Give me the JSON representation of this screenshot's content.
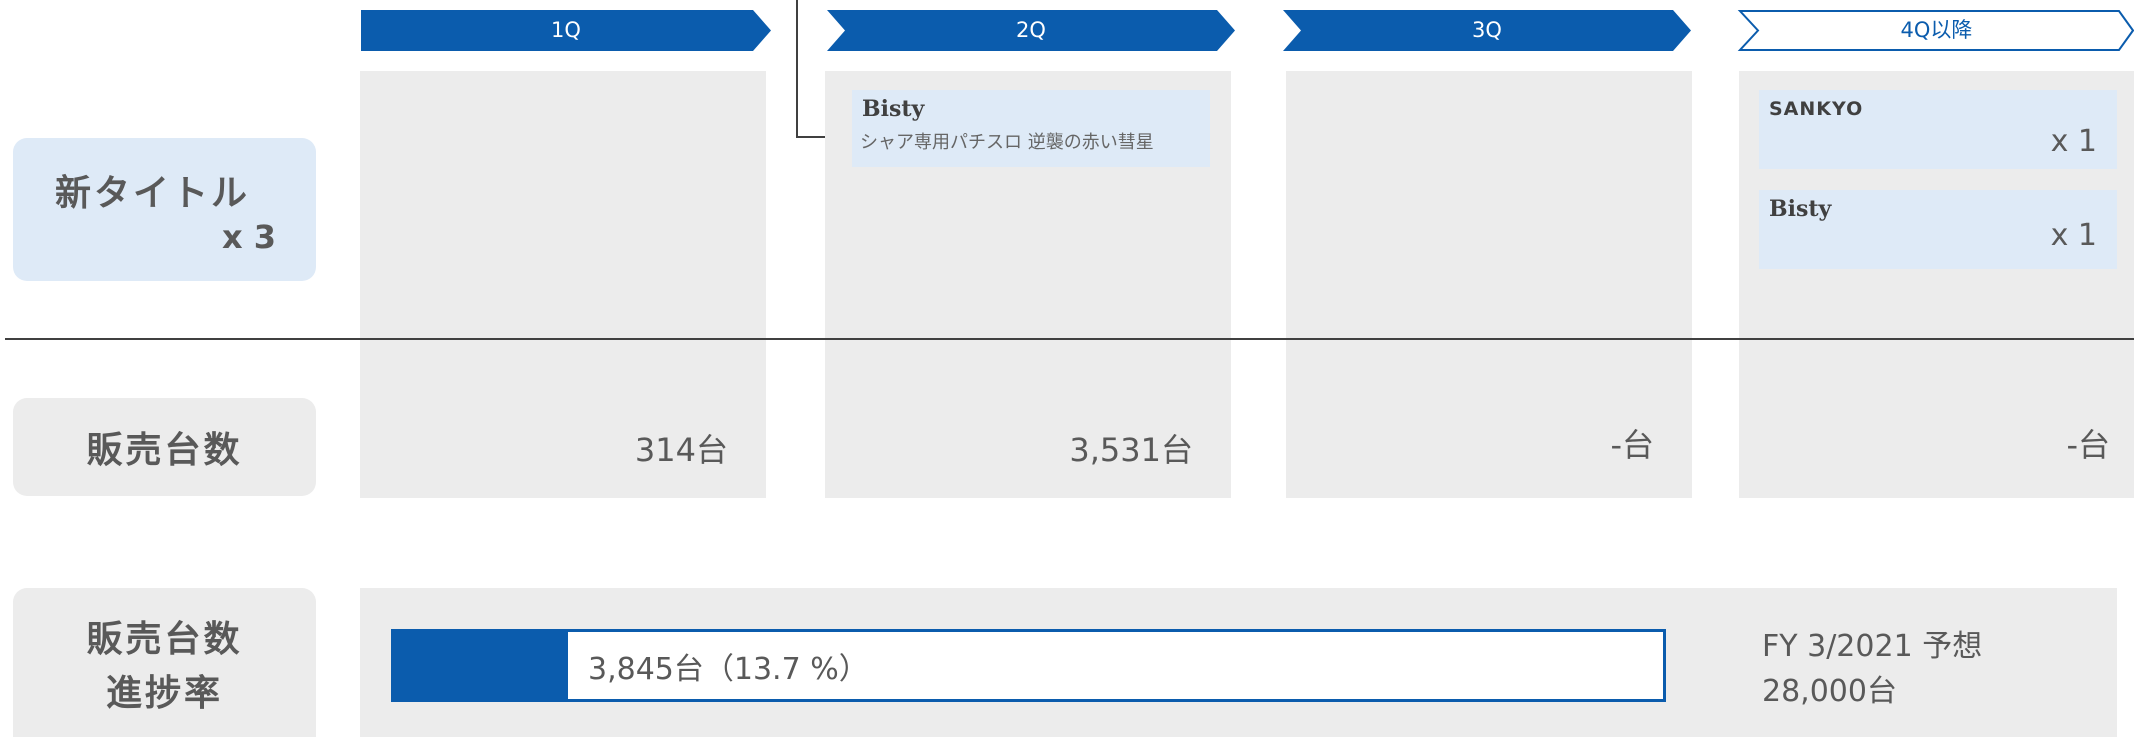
{
  "quarters": [
    {
      "label": "1Q",
      "style": "filled"
    },
    {
      "label": "2Q",
      "style": "filled"
    },
    {
      "label": "3Q",
      "style": "filled"
    },
    {
      "label": "4Q以降",
      "style": "outline"
    }
  ],
  "colors": {
    "accent": "#0b5cad",
    "panel": "#ececec",
    "card": "#deeaf7",
    "text": "#595959"
  },
  "new_titles": {
    "label": "新タイトル",
    "count": "x 3",
    "q2_card": {
      "brand": "Bisty",
      "title": "シャア専用パチスロ 逆襲の赤い彗星"
    },
    "q4_cards": [
      {
        "brand": "SANKYO",
        "count": "x 1"
      },
      {
        "brand": "Bisty",
        "count": "x 1"
      }
    ]
  },
  "sales": {
    "label": "販売台数",
    "values": [
      "314台",
      "3,531台",
      "-台",
      "-台"
    ]
  },
  "progress": {
    "label_line1": "販売台数",
    "label_line2": "進捗率",
    "text": "3,845台（13.7 %）",
    "fraction": 0.137,
    "forecast_line1": "FY 3/2021 予想",
    "forecast_line2": "28,000台"
  }
}
